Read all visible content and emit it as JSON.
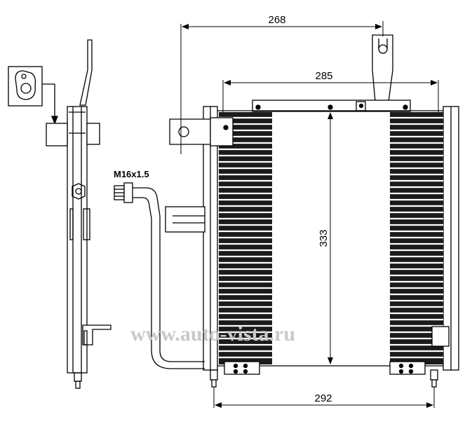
{
  "drawing": {
    "dimensions": {
      "top_width": "268",
      "inner_width": "285",
      "height": "333",
      "bottom_width": "292"
    },
    "thread_label": "M16x1.5",
    "watermark": "www.auto-vista.ru"
  }
}
